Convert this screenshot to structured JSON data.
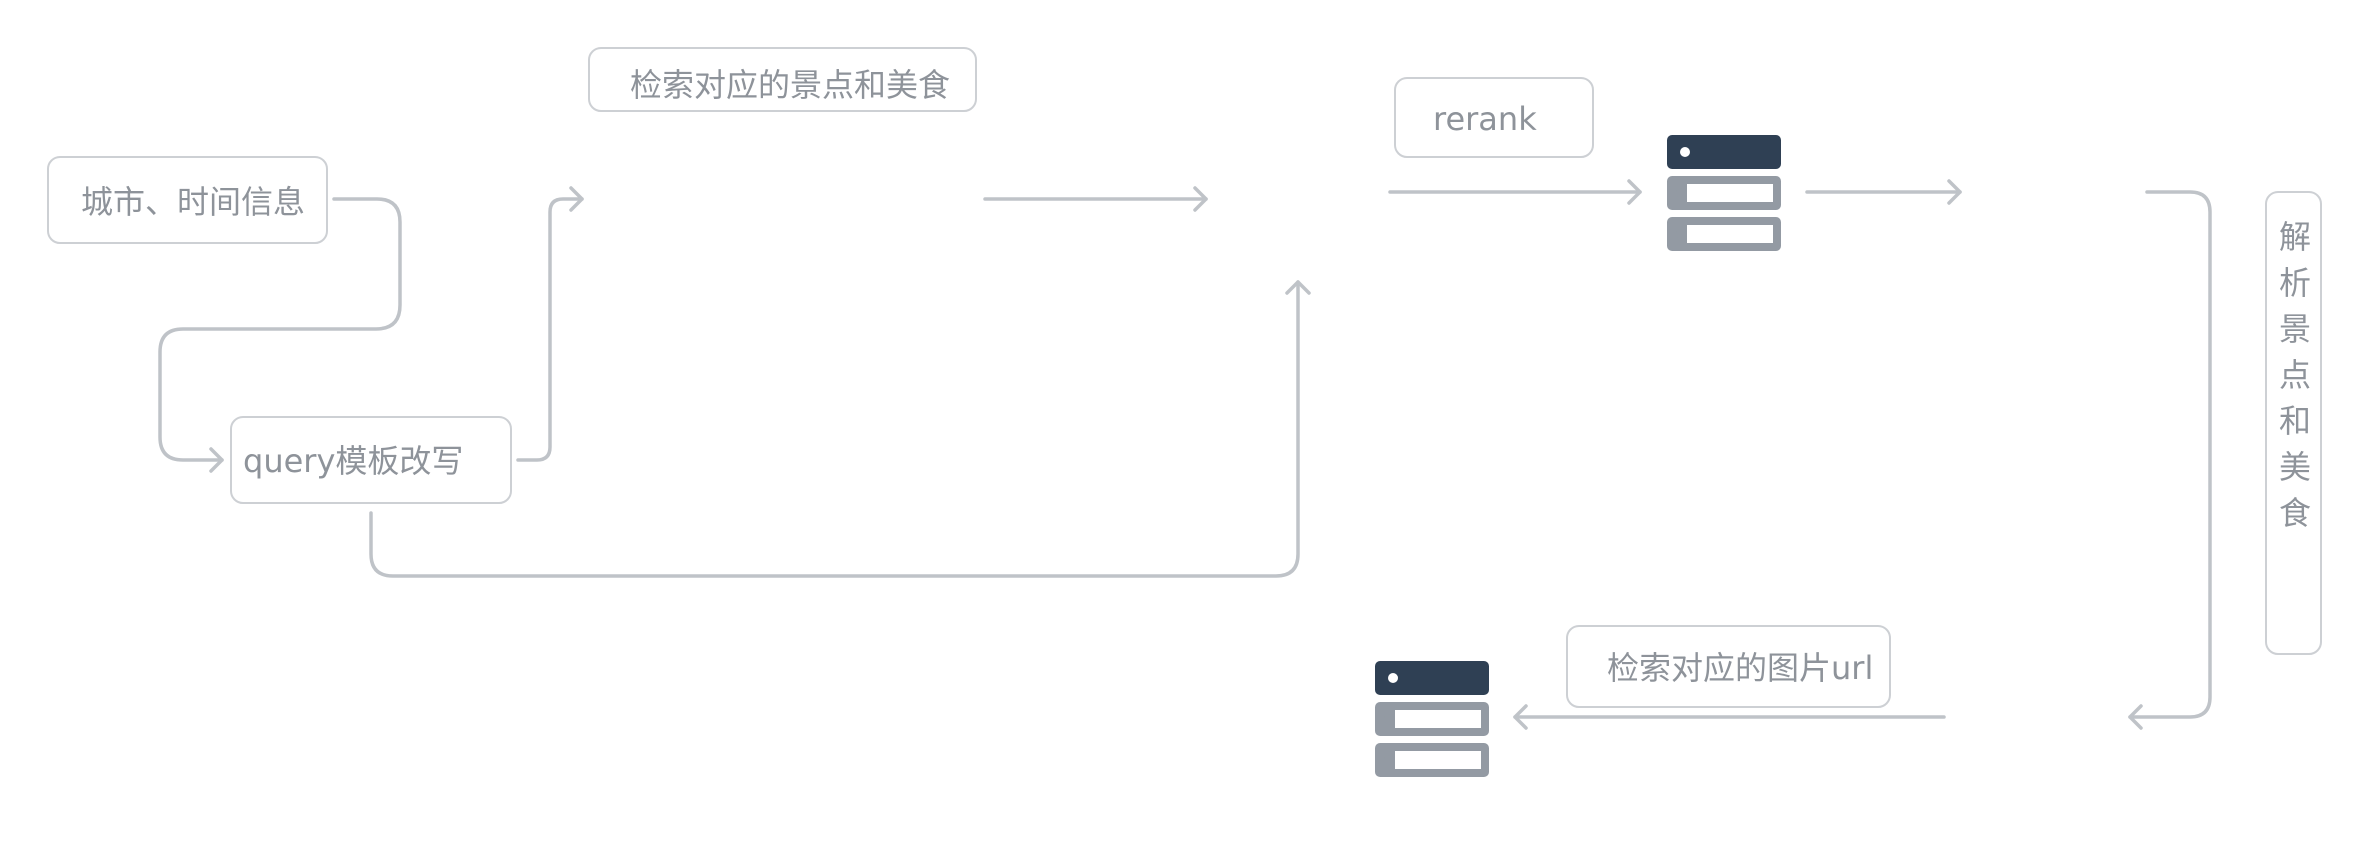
{
  "nodes": {
    "city_time": "城市、时间信息",
    "query_rewrite": "query模板改写",
    "retrieve_spots_food": "检索对应的景点和美食",
    "rerank": "rerank",
    "parse_spots_food": "解析景点和美食",
    "retrieve_image_url": "检索对应的图片url"
  },
  "colors": {
    "edge": "#bfc3c8",
    "box_border": "#cdd0d4",
    "label_text": "#8e939a",
    "database_top": "#2f4054",
    "database_disk": "#939aa3"
  },
  "icons": {
    "database_1": "database-icon",
    "database_2": "database-icon"
  }
}
